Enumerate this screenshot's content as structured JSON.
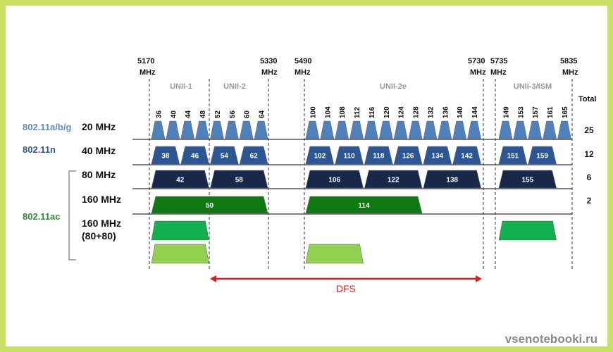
{
  "colors": {
    "border": "#c8e063",
    "ch20": "#4f81bd",
    "ch40": "#2b5797",
    "ch80": "#17284a",
    "ch160": "#0f7a12",
    "ch8080a": "#11b04e",
    "ch8080b": "#92d050",
    "dfs": "#e41b1b",
    "band": "#999999",
    "abg": "#5b8cc8",
    "n": "#2f5597",
    "ac": "#2e8b2e"
  },
  "freq_labels": [
    {
      "freq": "5170",
      "unit": "MHz"
    },
    {
      "freq": "5330",
      "unit": "MHz"
    },
    {
      "freq": "5490",
      "unit": "MHz"
    },
    {
      "freq": "5730",
      "unit": "MHz"
    },
    {
      "freq": "5735",
      "unit": "MHz"
    },
    {
      "freq": "5835",
      "unit": "MHz"
    }
  ],
  "bands": [
    "UNII-1",
    "UNII-2",
    "UNII-2e",
    "UNII-3/ISM"
  ],
  "total_header": "Total",
  "standards": {
    "abg": "802.11a/b/g",
    "n": "802.11n",
    "ac": "802.11ac"
  },
  "rows": [
    {
      "width": "20 MHz",
      "total": "25",
      "channels": [
        36,
        40,
        44,
        48,
        52,
        56,
        60,
        64,
        100,
        104,
        108,
        112,
        116,
        120,
        124,
        128,
        132,
        136,
        140,
        144,
        149,
        153,
        157,
        161,
        165
      ]
    },
    {
      "width": "40 MHz",
      "total": "12",
      "channels": [
        38,
        46,
        54,
        62,
        102,
        110,
        118,
        126,
        134,
        142,
        151,
        159
      ]
    },
    {
      "width": "80 MHz",
      "total": "6",
      "channels": [
        42,
        58,
        106,
        122,
        138,
        155
      ]
    },
    {
      "width": "160 MHz",
      "total": "2",
      "channels": [
        50,
        114
      ]
    },
    {
      "width": "160 MHz",
      "width2": "(80+80)",
      "total": "",
      "pairs": [
        [
          42,
          155
        ],
        [
          42,
          106
        ]
      ]
    }
  ],
  "dfs_label": "DFS",
  "watermark": "vsenotebooki.ru"
}
